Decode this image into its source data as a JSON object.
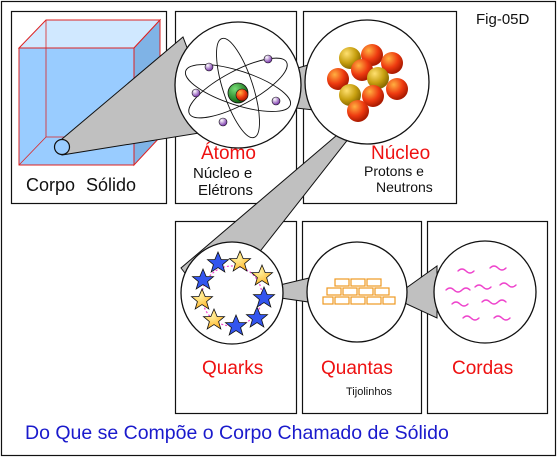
{
  "figure_id": "Fig-05D",
  "panels": [
    {
      "title": "Corpo  Sólido"
    },
    {
      "title": "Átomo",
      "subtitle_line1": "Núcleo e",
      "subtitle_line2": "Elétrons"
    },
    {
      "title": "Núcleo",
      "subtitle_line1": "Protons e",
      "subtitle_line2": "Neutrons"
    },
    {
      "title": "Quarks"
    },
    {
      "title": "Quantas",
      "subtitle": "Tijolinhos"
    },
    {
      "title": "Cordas"
    }
  ],
  "caption": "Do Que se Compõe o Corpo Chamado de Sólido",
  "colors": {
    "label_red": "#ee1111",
    "caption_blue": "#1a1acc",
    "cube_fill": "#99ccff",
    "cube_edge": "#dd2222",
    "zoom_cone": "#c0c0c0",
    "string_color": "#ee44cc",
    "brick_color": "#ee9922",
    "star_blue": "#3355ee",
    "star_gold": "#ffcc33"
  }
}
